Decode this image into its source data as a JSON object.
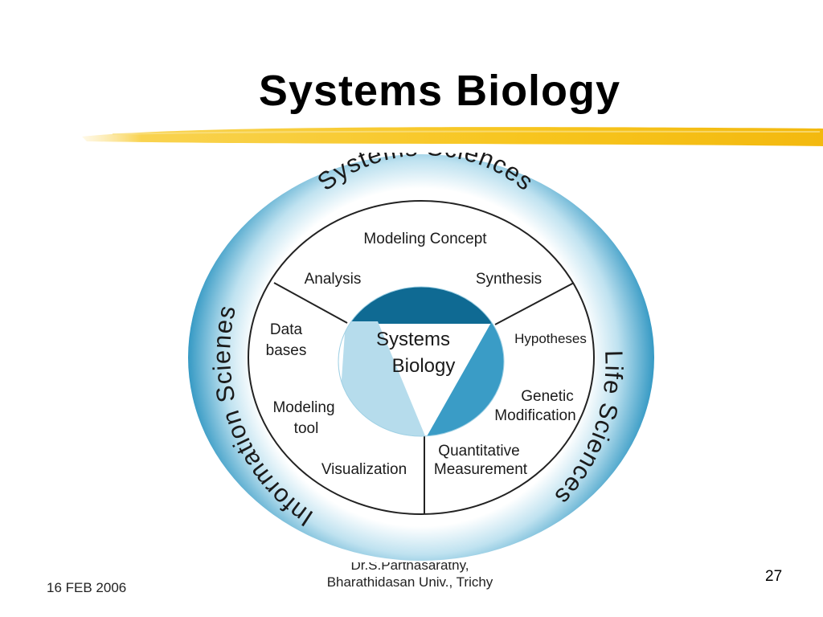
{
  "slide": {
    "title": "Systems Biology",
    "date": "16 FEB 2006",
    "author_line1": "Dr.S.Parthasarathy,",
    "author_line2": "Bharathidasan Univ., Trichy",
    "page_number": "27"
  },
  "diagram": {
    "outer_ring": {
      "top": "Systems Sciences",
      "left": "Information Scienes",
      "right": "Life Sciences"
    },
    "core": {
      "line1": "Systems",
      "line2": "Biology"
    },
    "labels": {
      "modeling_concept": "Modeling Concept",
      "analysis": "Analysis",
      "synthesis": "Synthesis",
      "data_bases_1": "Data",
      "data_bases_2": "bases",
      "modeling_tool_1": "Modeling",
      "modeling_tool_2": "tool",
      "visualization": "Visualization",
      "hypotheses": "Hypotheses",
      "genetic_modification_1": "Genetic",
      "genetic_modification_2": "Modification",
      "quantitative_measurement_1": "Quantitative",
      "quantitative_measurement_2": "Measurement"
    },
    "colors": {
      "ring_outer": "#3d9fc8",
      "ring_inner": "#ffffff",
      "core_top": "#0f6a93",
      "core_left": "#b6dcec",
      "core_right": "#3a9cc6",
      "highlight": "#f7c51e"
    }
  }
}
